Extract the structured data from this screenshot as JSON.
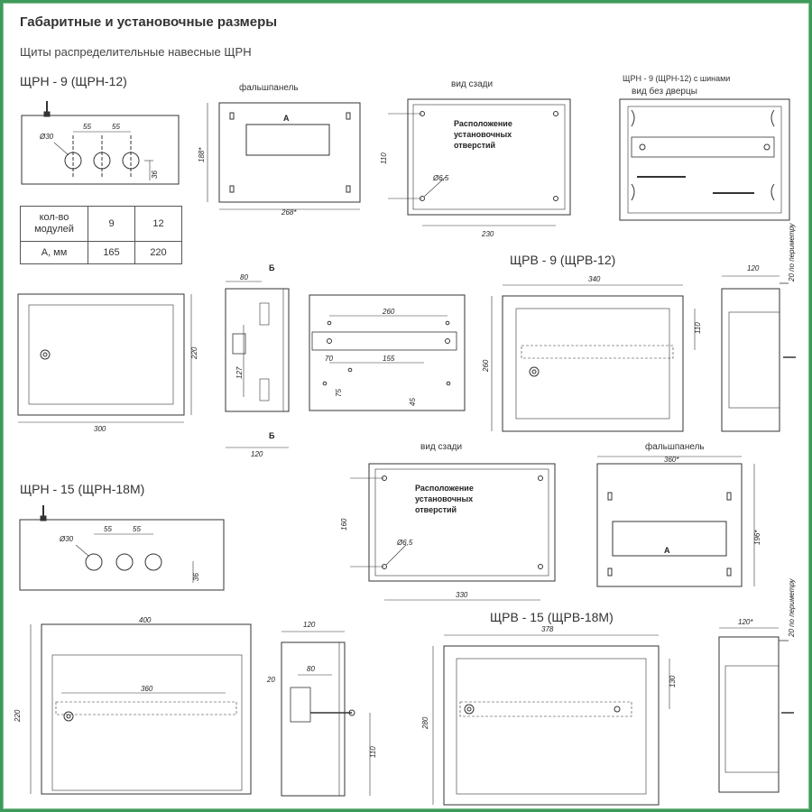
{
  "title": "Габаритные и установочные размеры",
  "subtitle": "Щиты распределительные навесные ЩРН",
  "models": {
    "shrn9": "ЩРН - 9 (ЩРН-12)",
    "shrv9": "ЩРВ - 9 (ЩРВ-12)",
    "shrn15": "ЩРН - 15 (ЩРН-18М)",
    "shrv15": "ЩРВ - 15 (ЩРВ-18М)"
  },
  "views": {
    "false_panel": "фальшпанель",
    "rear_view": "вид сзади",
    "bus_view_line1": "ЩРН - 9 (ЩРН-12) с шинами",
    "bus_view_line2": "вид без дверцы",
    "rear_view_2": "вид сзади",
    "false_panel_2": "фальшпанель"
  },
  "notes": {
    "holes": [
      "Расположение",
      "установочных",
      "отверстий"
    ],
    "perimeter": "20 по периметру"
  },
  "table": {
    "header_label": "кол-во модулей",
    "header_9": "9",
    "header_12": "12",
    "row_label": "А, мм",
    "row_9": "165",
    "row_12": "220"
  },
  "dims": {
    "d30": "Ø30",
    "d6_5": "Ø6,5",
    "s55": "55",
    "s36": "36",
    "a": "А",
    "b": "Б",
    "w268": "268*",
    "h188": "188*",
    "h110": "110",
    "w230": "230",
    "w300": "300",
    "h220": "220",
    "w80": "80",
    "h127": "127",
    "w120": "120",
    "w260": "260",
    "w70": "70",
    "w155": "155",
    "h75": "75",
    "h45": "45",
    "w340": "340",
    "h260": "260",
    "w120b": "120",
    "h160": "160",
    "w330": "330",
    "w360": "360*",
    "h196": "196*",
    "w400": "400",
    "w380": "360",
    "w20": "20",
    "w80b": "80",
    "w378": "378",
    "h130": "130",
    "h280": "280",
    "w120c": "120*"
  },
  "colors": {
    "frame": "#3e9a5a",
    "line": "#333333"
  }
}
